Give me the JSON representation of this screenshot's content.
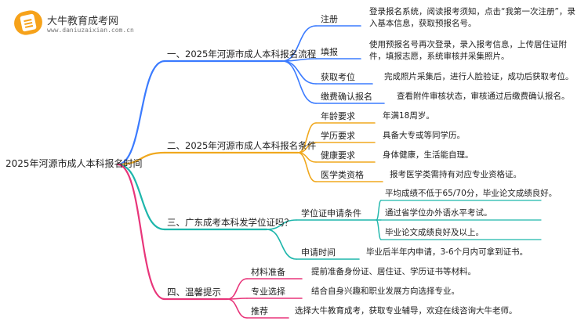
{
  "logo": {
    "name": "大牛教育成考网",
    "url": "www.daniuzaixian.com.cn"
  },
  "root": "2025年河源市成人本科报名时间",
  "branches": [
    {
      "title": "一、2025年河源市成人本科报名流程",
      "color": "#3b7bff",
      "items": [
        {
          "label": "注册",
          "detail": "登录报名系统，阅读报考须知，点击“我第一次注册”，录入基本信息，获取预报名号。"
        },
        {
          "label": "填报",
          "detail": "使用预报名号再次登录，录入报考信息，上传居住证附件，填报志愿，系统审核并采集照片。"
        },
        {
          "label": "获取考位",
          "detail": "完成照片采集后，进行人脸验证，成功后获取考位。"
        },
        {
          "label": "缴费确认报名",
          "detail": "查看附件审核状态，审核通过后缴费确认报名。"
        }
      ]
    },
    {
      "title": "二、2025年河源市成人本科报名条件",
      "color": "#f0a81e",
      "items": [
        {
          "label": "年龄要求",
          "detail": "年满18周岁。"
        },
        {
          "label": "学历要求",
          "detail": "具备大专或等同学历。"
        },
        {
          "label": "健康要求",
          "detail": "身体健康，生活能自理。"
        },
        {
          "label": "医学类资格",
          "detail": "报考医学类需持有对应专业资格证。"
        }
      ]
    },
    {
      "title": "三、广东成考本科发学位证吗？",
      "color": "#1db6ab",
      "items": [
        {
          "label": "学位证申请条件",
          "details": [
            "平均成绩不低于65/70分，毕业论文成绩良好。",
            "通过省学位办外语水平考试。",
            "毕业论文成绩良好及以上。"
          ]
        },
        {
          "label": "申请时间",
          "detail": "毕业后半年内申请，3-6个月内可拿到证书。"
        }
      ]
    },
    {
      "title": "四、温馨提示",
      "color": "#e8357a",
      "items": [
        {
          "label": "材料准备",
          "detail": "提前准备身份证、居住证、学历证书等材料。"
        },
        {
          "label": "专业选择",
          "detail": "结合自身兴趣和职业发展方向选择专业。"
        },
        {
          "label": "推荐",
          "detail": "选择大牛教育成考，获取专业辅导，欢迎在线咨询大牛老师。"
        }
      ]
    }
  ]
}
